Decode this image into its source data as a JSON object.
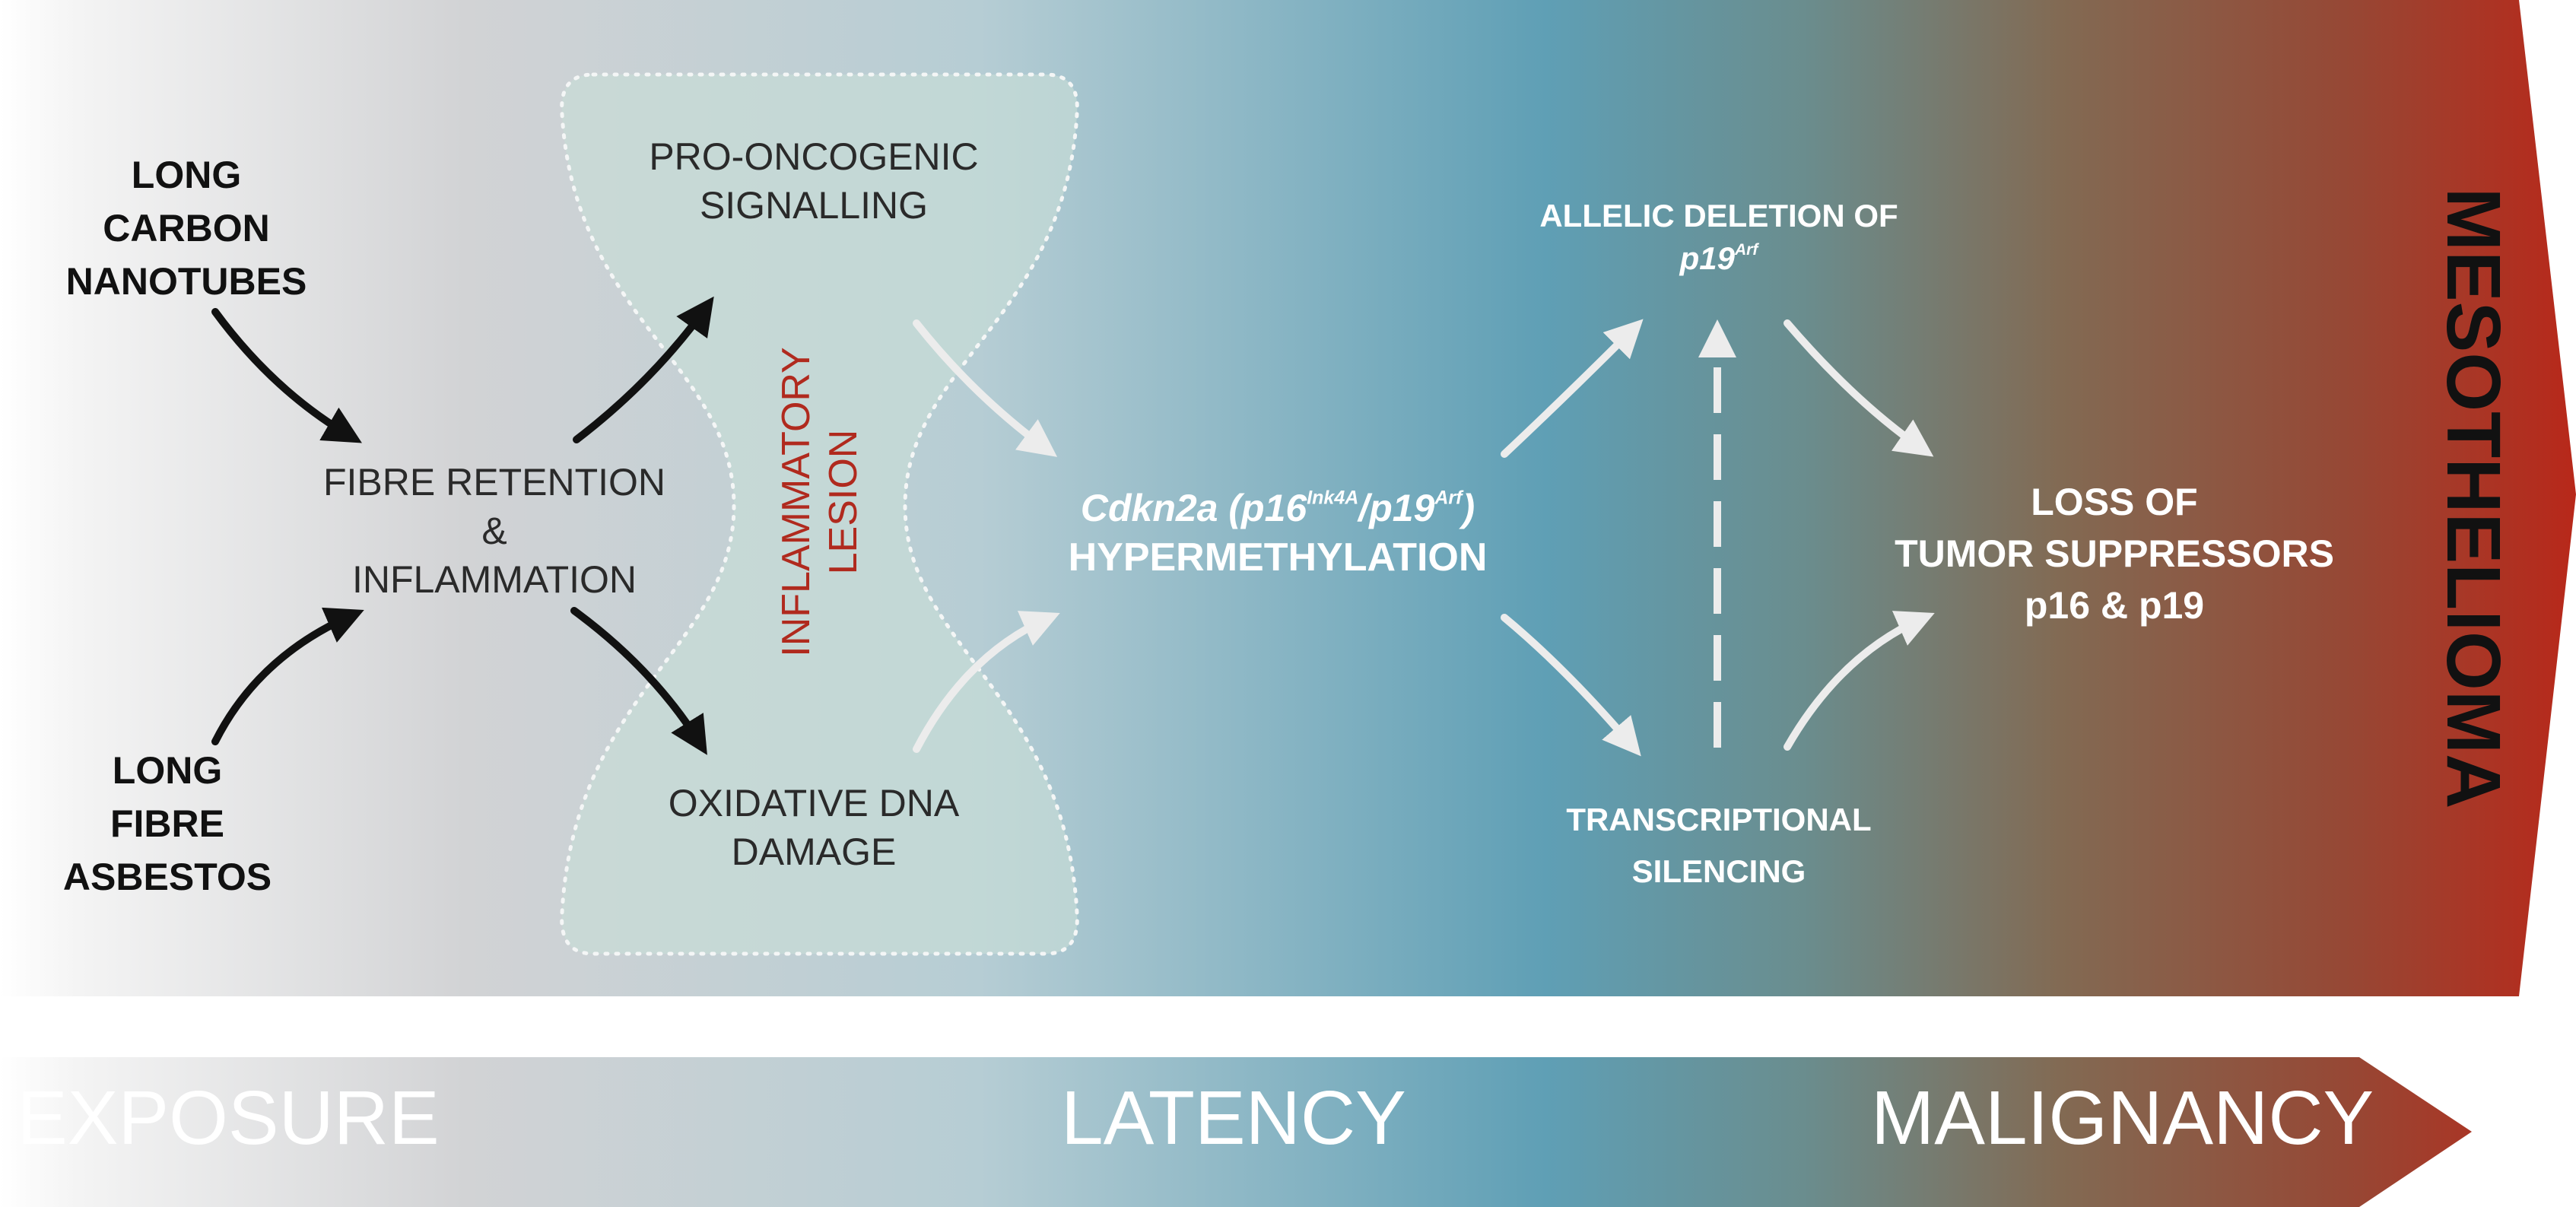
{
  "exposures": {
    "cnt": [
      "LONG",
      "CARBON",
      "NANOTUBES"
    ],
    "asbestos": [
      "LONG",
      "FIBRE",
      "ASBESTOS"
    ]
  },
  "retention": [
    "FIBRE RETENTION",
    "&",
    "INFLAMMATION"
  ],
  "lesion": {
    "top": [
      "PRO-ONCOGENIC",
      "SIGNALLING"
    ],
    "bottom": [
      "OXIDATIVE DNA",
      "DAMAGE"
    ],
    "label": [
      "INFLAMMATORY",
      "LESION"
    ]
  },
  "hypermethylation": {
    "gene": "Cdkn2a",
    "open": "(p16",
    "sup1": "Ink4A",
    "mid": "/p19",
    "sup2": "Arf",
    "close": ")",
    "line2": "HYPERMETHYLATION"
  },
  "deletion": {
    "line1": "ALLELIC DELETION OF",
    "gene": "p19",
    "sup": "Arf"
  },
  "silencing": [
    "TRANSCRIPTIONAL",
    "SILENCING"
  ],
  "loss": [
    "LOSS OF",
    "TUMOR SUPPRESSORS",
    "p16 & p19"
  ],
  "outcome": "MESOTHELIOMA",
  "phases": [
    "EXPOSURE",
    "LATENCY",
    "MALIGNANCY"
  ],
  "colors": {
    "gradient_start": "#ffffff",
    "gradient_grey": "#d6d7d8",
    "gradient_blue": "#5a9db3",
    "gradient_brown": "#7a6e5a",
    "gradient_red": "#b52b1c",
    "lesion_label": "#b02a1e",
    "lesion_fill": "#c8ddd7"
  }
}
